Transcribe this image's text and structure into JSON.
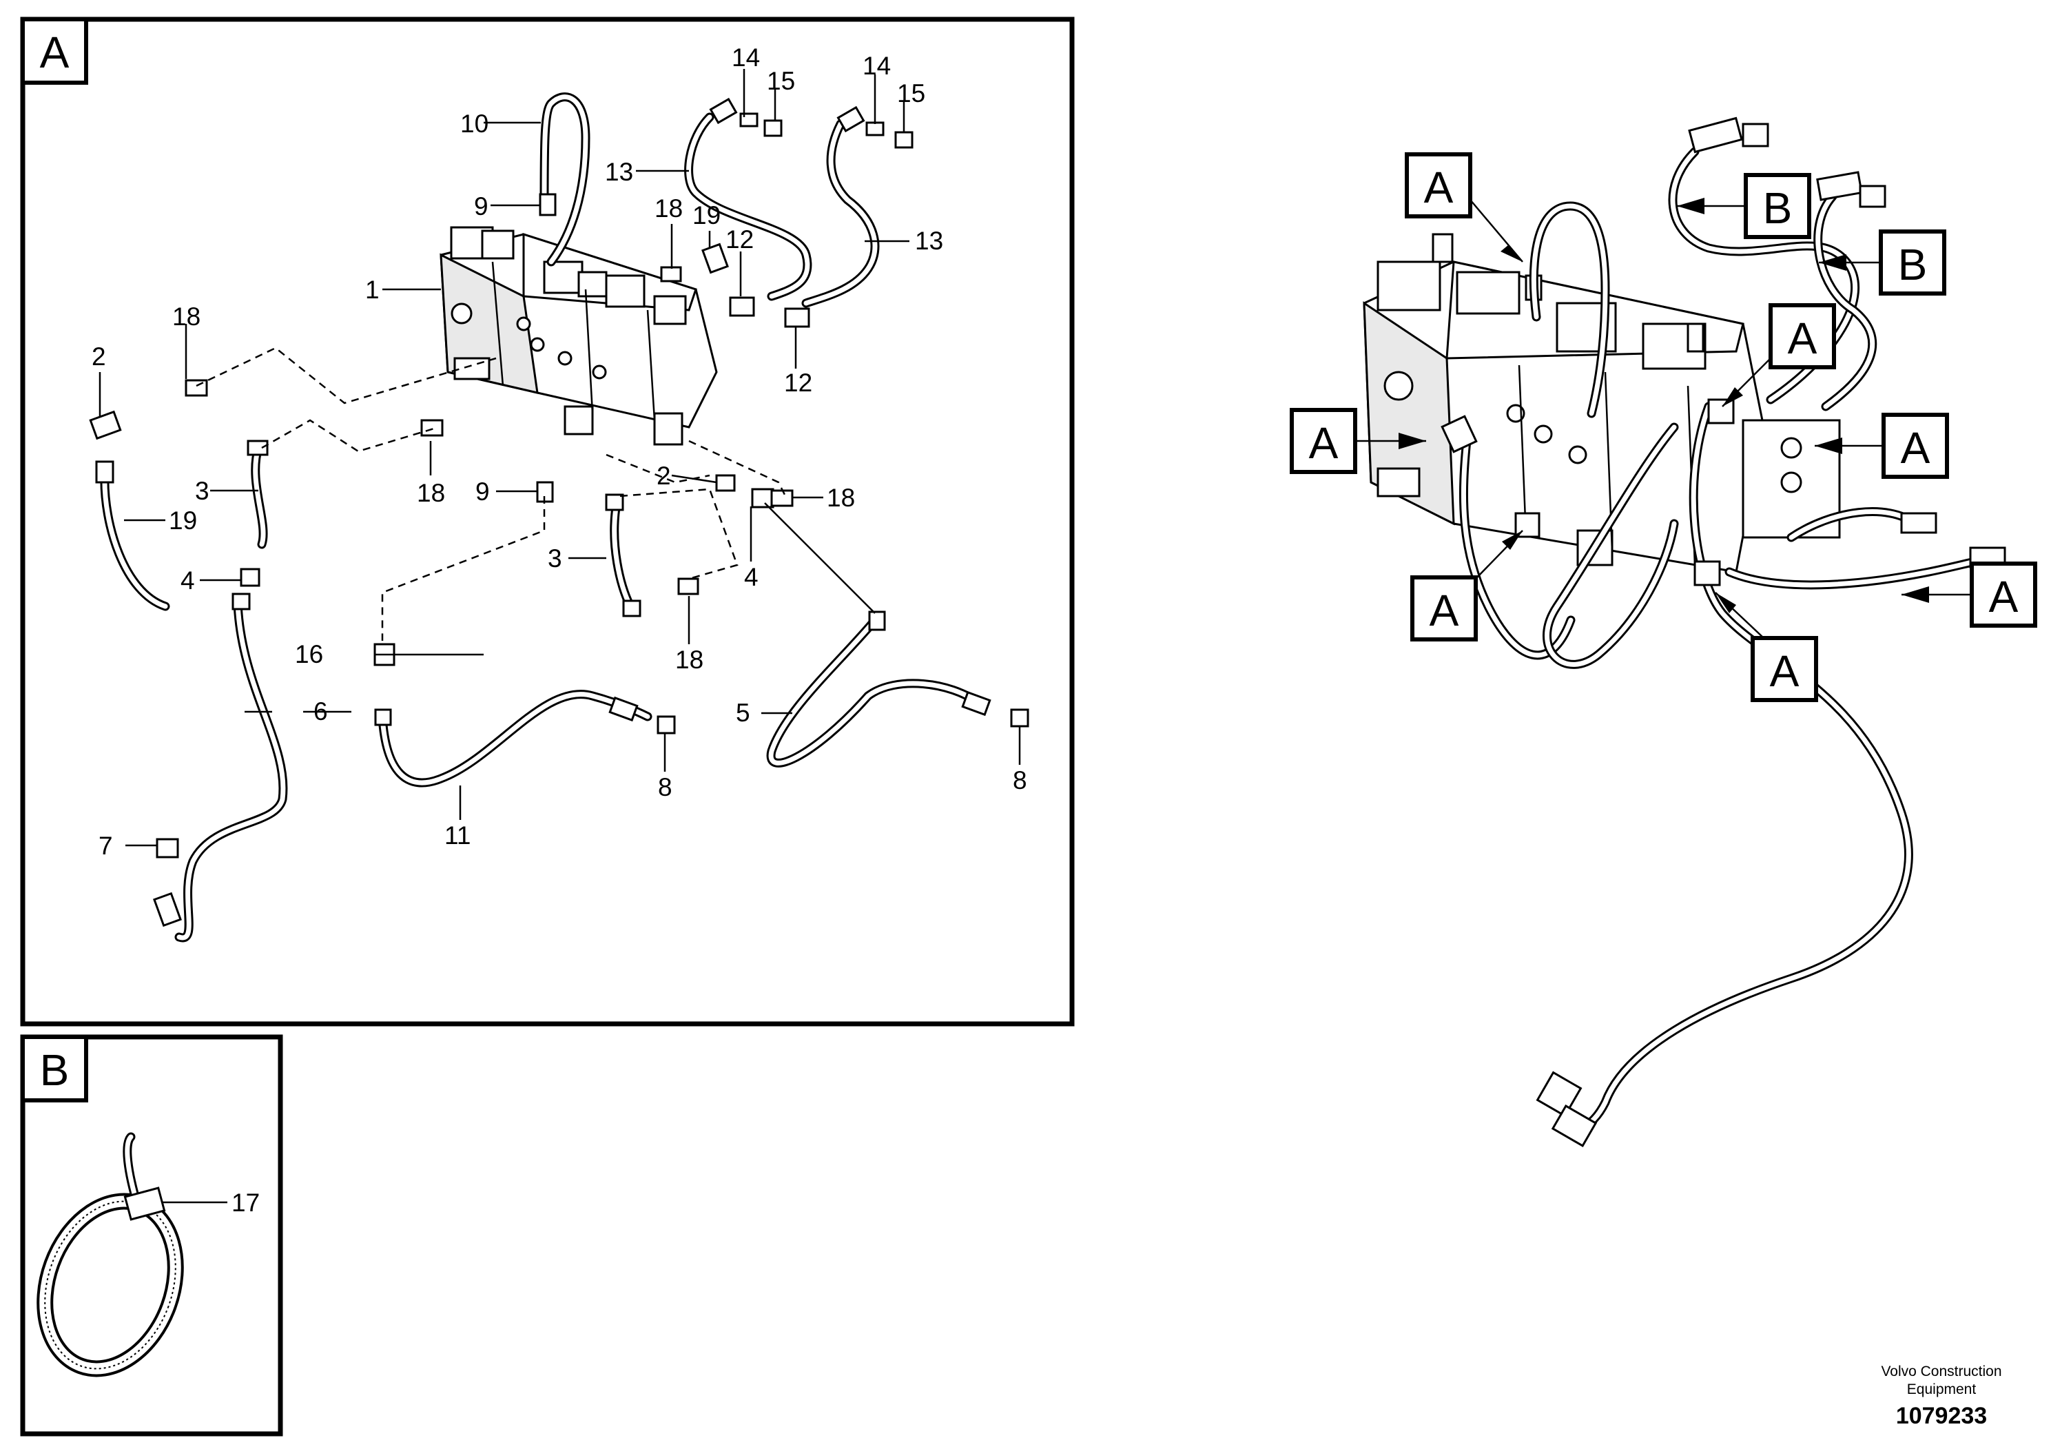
{
  "views": {
    "a": {
      "letter": "A"
    },
    "b": {
      "letter": "B"
    }
  },
  "callouts": {
    "c1": "1",
    "c2a": "2",
    "c2b": "2",
    "c3a": "3",
    "c3b": "3",
    "c4a": "4",
    "c4b": "4",
    "c5": "5",
    "c6": "6",
    "c7": "7",
    "c8a": "8",
    "c8b": "8",
    "c9a": "9",
    "c9b": "9",
    "c10": "10",
    "c11": "11",
    "c12a": "12",
    "c12b": "12",
    "c13a": "13",
    "c13b": "13",
    "c14a": "14",
    "c14b": "14",
    "c15a": "15",
    "c15b": "15",
    "c16": "16",
    "c17": "17",
    "c18a": "18",
    "c18b": "18",
    "c18c": "18",
    "c18d": "18",
    "c18e": "18",
    "c19a": "19",
    "c19b": "19"
  },
  "overview_tags": {
    "t1": "A",
    "t2": "B",
    "t3": "B",
    "t4": "A",
    "t5": "A",
    "t6": "A",
    "t7": "A",
    "t8": "A",
    "t9": "A",
    "t10": "A"
  },
  "publisher": {
    "line1": "Volvo Construction",
    "line2": "Equipment",
    "number": "1079233"
  }
}
